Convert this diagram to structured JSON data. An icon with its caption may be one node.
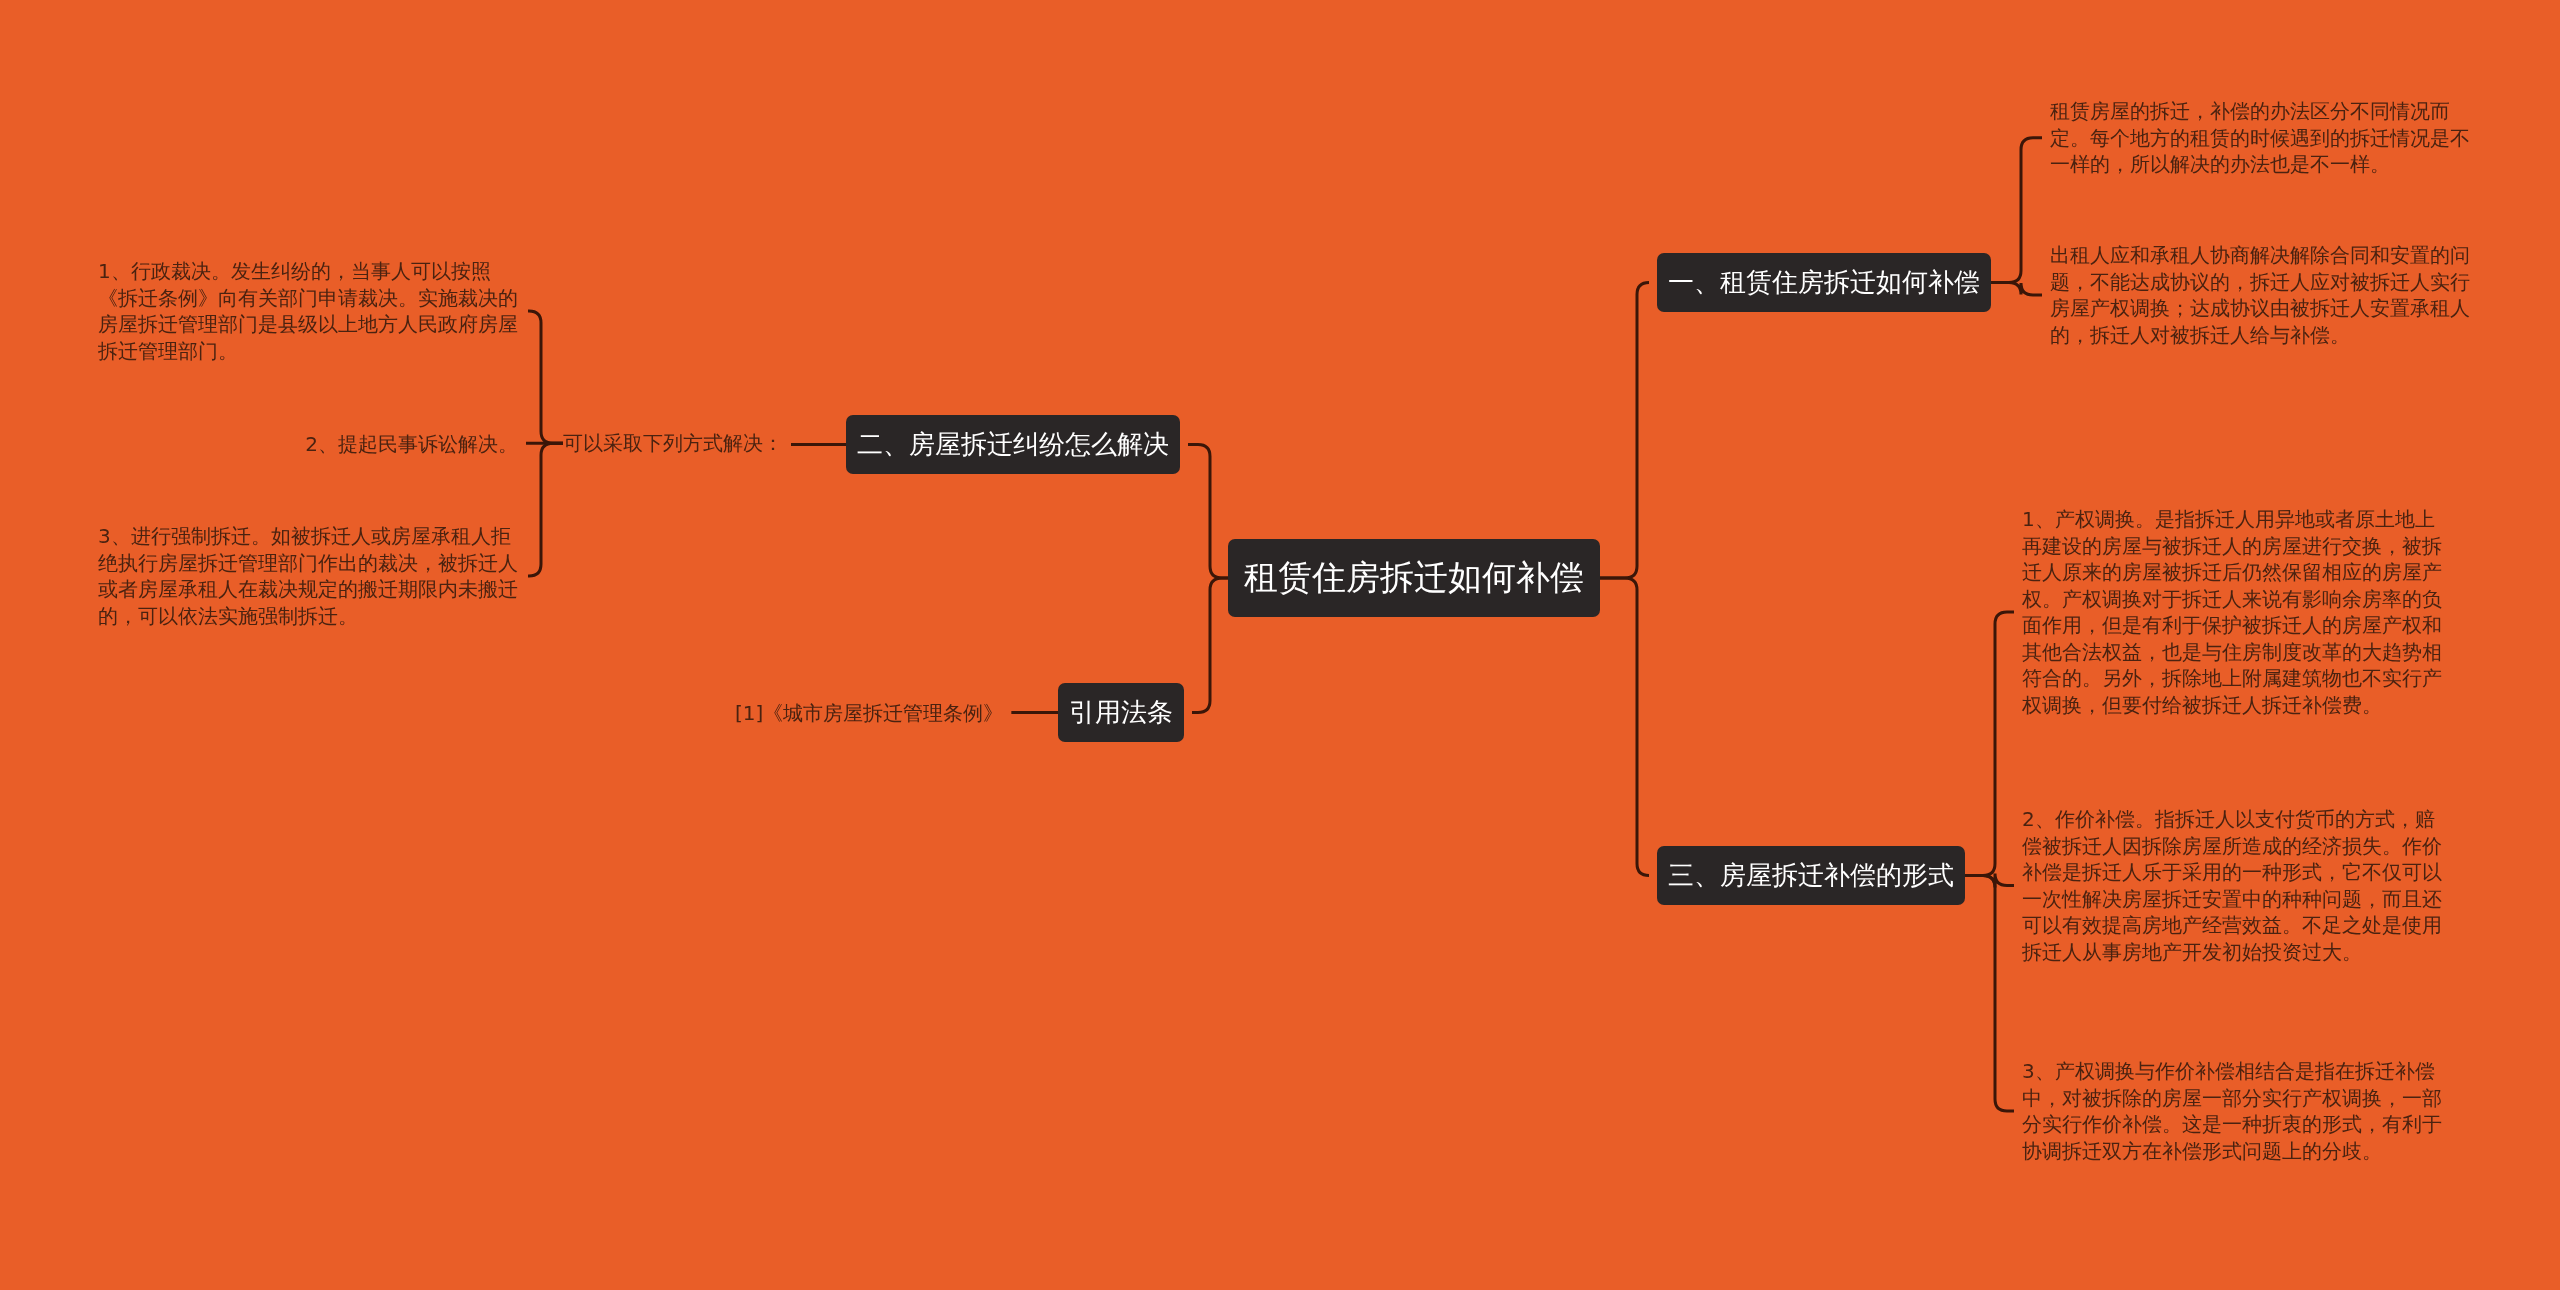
{
  "diagram": {
    "nodes": [
      {
        "text": [
          "租赁住房拆迁如何补偿"
        ]
      },
      {
        "text": [
          "一、租赁住房拆迁如何补偿"
        ]
      },
      {
        "text": [
          "租赁房屋的拆迁，补偿的办法区分不同情况而定。每个地方的租赁的时候遇到的拆迁情况是不一样的，所以解决的办法也是不一样。"
        ]
      },
      {
        "text": [
          "出租人应和承租人协商解决解除合同和安置的问题，不能达成协议的，拆迁人应对被拆迁人实行房屋产权调换；达成协议由被拆迁人安置承租人的，拆迁人对被拆迁人给与补偿。"
        ]
      },
      {
        "text": [
          "三、房屋拆迁补偿的形式"
        ]
      },
      {
        "text": [
          "1、产权调换。是指拆迁人用异地或者原土地上再建设的房屋与被拆迁人的房屋进行交换，被拆迁人原来的房屋被拆迁后仍然保留相应的房屋产权。产权调换对于拆迁人来说有影响余房率的负面作用，但是有利于保护被拆迁人的房屋产权和其他合法权益，也是与住房制度改革的大趋势相符合的。另外，拆除地上附属建筑物也不实行产权调换，但要付给被拆迁人拆迁补偿费。"
        ]
      },
      {
        "text": [
          "2、作价补偿。指拆迁人以支付货币的方式，赔偿被拆迁人因拆除房屋所造成的经济损失。作价补偿是拆迁人乐于采用的一种形式，它不仅可以一次性解决房屋拆迁安置中的种种问题，而且还可以有效提高房地产经营效益。不足之处是使用拆迁人从事房地产开发初始投资过大。"
        ]
      },
      {
        "text": [
          "3、产权调换与作价补偿相结合是指在拆迁补偿中，对被拆除的房屋一部分实行产权调换，一部分实行作价补偿。这是一种折衷的形式，有利于协调拆迁双方在补偿形式问题上的分歧。"
        ]
      },
      {
        "text": [
          "二、房屋拆迁纠纷怎么解决"
        ]
      },
      {
        "text": [
          "可以采取下列方式解决："
        ]
      },
      {
        "text": [
          "1、行政裁决。发生纠纷的，当事人可以按照《拆迁条例》向有关部门申请裁决。实施裁决的房屋拆迁管理部门是县级以上地方人民政府房屋拆迁管理部门。"
        ]
      },
      {
        "text": [
          "2、提起民事诉讼解决。"
        ]
      },
      {
        "text": [
          "3、进行强制拆迁。如被拆迁人或房屋承租人拒绝执行房屋拆迁管理部门作出的裁决，被拆迁人或者房屋承租人在裁决规定的搬迁期限内未搬迁的，可以依法实施强制拆迁。"
        ]
      },
      {
        "text": [
          "引用法条"
        ]
      },
      {
        "text": [
          "[1]《城市房屋拆迁管理条例》"
        ]
      }
    ],
    "edges": [
      {
        "from": 0,
        "to": 1,
        "arrow": "none"
      },
      {
        "from": 1,
        "to": 2,
        "arrow": "none"
      },
      {
        "from": 1,
        "to": 3,
        "arrow": "none"
      },
      {
        "from": 0,
        "to": 4,
        "arrow": "none"
      },
      {
        "from": 4,
        "to": 5,
        "arrow": "none"
      },
      {
        "from": 4,
        "to": 6,
        "arrow": "none"
      },
      {
        "from": 4,
        "to": 7,
        "arrow": "none"
      },
      {
        "from": 0,
        "to": 8,
        "arrow": "none"
      },
      {
        "from": 8,
        "to": 9,
        "arrow": "none"
      },
      {
        "from": 9,
        "to": 10,
        "arrow": "none"
      },
      {
        "from": 9,
        "to": 11,
        "arrow": "none"
      },
      {
        "from": 9,
        "to": 12,
        "arrow": "none"
      },
      {
        "from": 0,
        "to": 13,
        "arrow": "none"
      },
      {
        "from": 13,
        "to": 14,
        "arrow": "none"
      }
    ]
  }
}
